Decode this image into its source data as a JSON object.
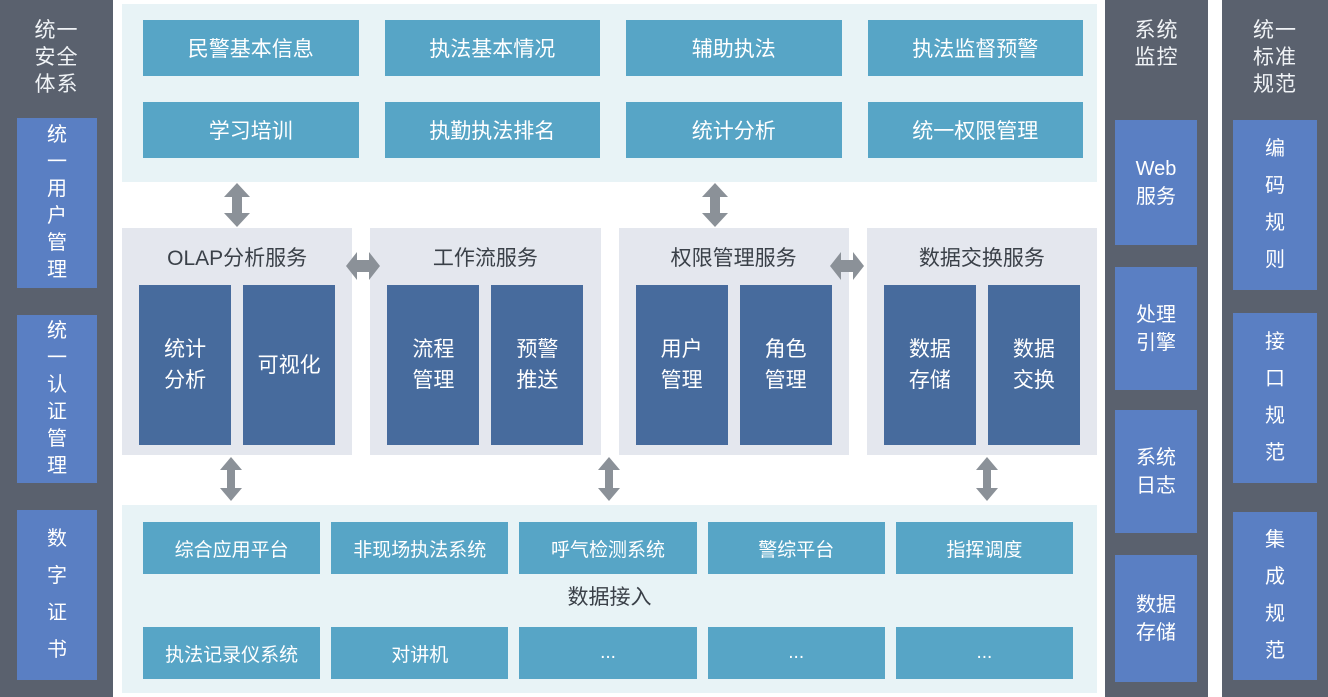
{
  "colors": {
    "band_bg": "#e8f3f6",
    "panel_bg": "#e4e7ee",
    "teal_box": "#57a5c6",
    "navy_box": "#476b9d",
    "sidebar_bg": "#5a616e",
    "sidebar_box": "#5a7fc3",
    "arrow": "#8b9198",
    "dark_text": "#3a4048"
  },
  "left_sidebar": {
    "title": "统一安全体系",
    "title_lines": [
      "统一",
      "安全",
      "体系"
    ],
    "items": [
      {
        "label": "统一用户管理"
      },
      {
        "label": "统一认证管理"
      },
      {
        "label": "数字证书"
      }
    ]
  },
  "app_layer": {
    "rows": [
      [
        "民警基本信息",
        "执法基本情况",
        "辅助执法",
        "执法监督预警"
      ],
      [
        "学习培训",
        "执勤执法排名",
        "统计分析",
        "统一权限管理"
      ]
    ]
  },
  "service_layer": {
    "groups": [
      {
        "title": "OLAP分析服务",
        "items": [
          [
            "统计",
            "分析"
          ],
          [
            "可视化"
          ]
        ]
      },
      {
        "title": "工作流服务",
        "items": [
          [
            "流程",
            "管理"
          ],
          [
            "预警",
            "推送"
          ]
        ]
      },
      {
        "title": "权限管理服务",
        "items": [
          [
            "用户",
            "管理"
          ],
          [
            "角色",
            "管理"
          ]
        ]
      },
      {
        "title": "数据交换服务",
        "items": [
          [
            "数据",
            "存储"
          ],
          [
            "数据",
            "交换"
          ]
        ]
      }
    ]
  },
  "access_layer": {
    "label": "数据接入",
    "row1": [
      "综合应用平台",
      "非现场执法系统",
      "呼气检测系统",
      "警综平台",
      "指挥调度"
    ],
    "row2": [
      "执法记录仪系统",
      "对讲机",
      "...",
      "...",
      "..."
    ]
  },
  "monitor_column": {
    "title": "系统监控",
    "title_lines": [
      "系统",
      "监控"
    ],
    "items": [
      [
        "Web",
        "服务"
      ],
      [
        "处理",
        "引擎"
      ],
      [
        "系统",
        "日志"
      ],
      [
        "数据",
        "存储"
      ]
    ]
  },
  "standard_column": {
    "title": "统一标准规范",
    "title_lines": [
      "统一",
      "标准",
      "规范"
    ],
    "items": [
      {
        "label": "编码规则"
      },
      {
        "label": "接口规范"
      },
      {
        "label": "集成规范"
      }
    ]
  }
}
